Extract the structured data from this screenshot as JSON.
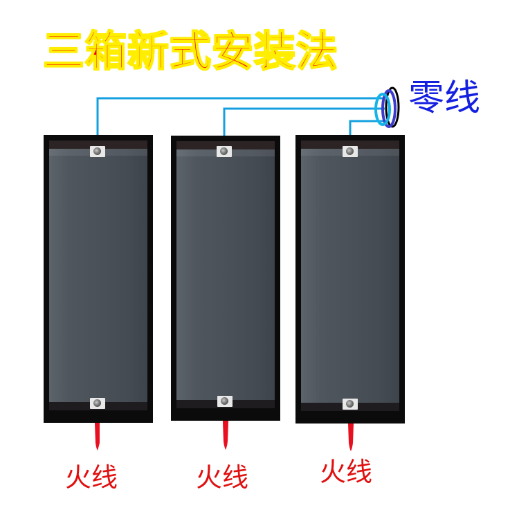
{
  "title": "三箱新式安装法",
  "neutral_wire": {
    "label": "零线",
    "label_color": "#1420e0",
    "wire_color": "#14a0e0",
    "coil_colors": [
      "#14b4e8",
      "#3c3ccc",
      "#000000"
    ]
  },
  "live_wire": {
    "wire_color": "#e81020",
    "label_color": "#e01010"
  },
  "panels": [
    {
      "id": 1,
      "bottom_label": "火线"
    },
    {
      "id": 2,
      "bottom_label": "火线"
    },
    {
      "id": 3,
      "bottom_label": "火线"
    }
  ],
  "colors": {
    "title_fill": "#f20000",
    "title_outline": "#ffee00",
    "panel_frame": "#0b0b0b",
    "panel_glass": "#4a5159"
  }
}
